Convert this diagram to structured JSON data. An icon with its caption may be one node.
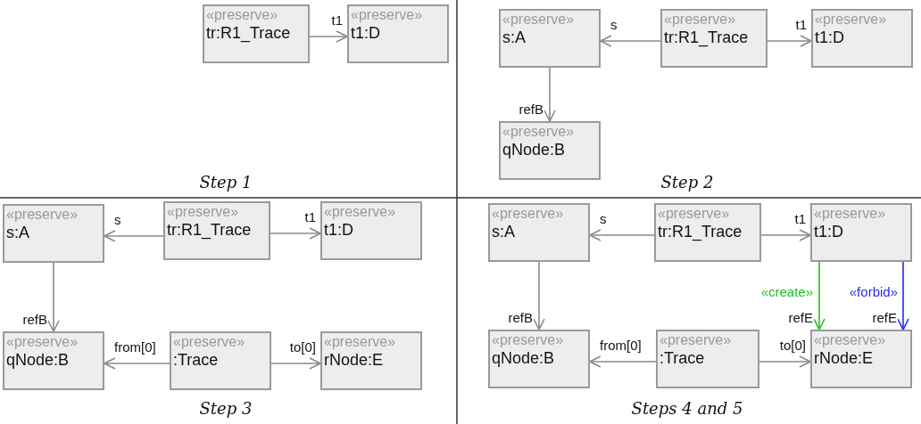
{
  "diagram": {
    "nodes": [
      {
        "text": [
          "«preserve»",
          "tr:R1_Trace"
        ]
      },
      {
        "text": [
          "«preserve»",
          "t1:D"
        ]
      },
      {
        "text": [
          "«preserve»",
          "s:A"
        ]
      },
      {
        "text": [
          "«preserve»",
          "tr:R1_Trace"
        ]
      },
      {
        "text": [
          "«preserve»",
          "t1:D"
        ]
      },
      {
        "text": [
          "«preserve»",
          "qNode:B"
        ]
      },
      {
        "text": [
          "«preserve»",
          "s:A"
        ]
      },
      {
        "text": [
          "«preserve»",
          "tr:R1_Trace"
        ]
      },
      {
        "text": [
          "«preserve»",
          "t1:D"
        ]
      },
      {
        "text": [
          "«preserve»",
          "qNode:B"
        ]
      },
      {
        "text": [
          "«preserve»",
          ":Trace"
        ]
      },
      {
        "text": [
          "«preserve»",
          "rNode:E"
        ]
      },
      {
        "text": [
          "«preserve»",
          "s:A"
        ]
      },
      {
        "text": [
          "«preserve»",
          "tr:R1_Trace"
        ]
      },
      {
        "text": [
          "«preserve»",
          "t1:D"
        ]
      },
      {
        "text": [
          "«preserve»",
          "qNode:B"
        ]
      },
      {
        "text": [
          "«preserve»",
          ":Trace"
        ]
      },
      {
        "text": [
          "«preserve»",
          "rNode:E"
        ]
      }
    ],
    "edges": [
      {
        "from": 0,
        "to": 1,
        "arrow": "to",
        "label": "t1"
      },
      {
        "from": 3,
        "to": 2,
        "arrow": "to",
        "label": "s"
      },
      {
        "from": 3,
        "to": 4,
        "arrow": "to",
        "label": "t1"
      },
      {
        "from": 2,
        "to": 5,
        "arrow": "to",
        "label": "refB"
      },
      {
        "from": 7,
        "to": 6,
        "arrow": "to",
        "label": "s"
      },
      {
        "from": 7,
        "to": 8,
        "arrow": "to",
        "label": "t1"
      },
      {
        "from": 6,
        "to": 9,
        "arrow": "to",
        "label": "refB"
      },
      {
        "from": 10,
        "to": 9,
        "arrow": "to",
        "label": "from[0]"
      },
      {
        "from": 10,
        "to": 11,
        "arrow": "to",
        "label": "to[0]"
      },
      {
        "from": 13,
        "to": 12,
        "arrow": "to",
        "label": "s"
      },
      {
        "from": 13,
        "to": 14,
        "arrow": "to",
        "label": "t1"
      },
      {
        "from": 12,
        "to": 15,
        "arrow": "to",
        "label": "refB"
      },
      {
        "from": 16,
        "to": 15,
        "arrow": "to",
        "label": "from[0]"
      },
      {
        "from": 16,
        "to": 17,
        "arrow": "to",
        "label": "to[0]"
      },
      {
        "from": 14,
        "to": 17,
        "arrow": "to",
        "label": "refE",
        "color": "#22c022"
      },
      {
        "from": 14,
        "to": 17,
        "arrow": "to",
        "label": "refE",
        "color": "#2a2aee"
      }
    ],
    "labels": [
      "Step 1",
      "Step 2",
      "«create»",
      "«forbid»",
      "Step 3",
      "Steps 4 and 5"
    ]
  }
}
